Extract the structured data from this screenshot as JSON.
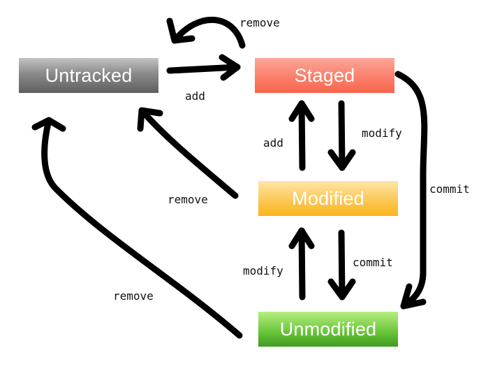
{
  "states": {
    "untracked": "Untracked",
    "staged": "Staged",
    "modified": "Modified",
    "unmodified": "Unmodified"
  },
  "transitions": {
    "staged_to_untracked": "remove",
    "untracked_to_staged": "add",
    "modified_to_staged": "add",
    "staged_to_modified": "modify",
    "staged_to_unmodified": "commit",
    "modified_to_untracked": "remove",
    "unmodified_to_modified": "modify",
    "modified_to_unmodified": "commit",
    "unmodified_to_untracked": "remove"
  },
  "colors": {
    "untracked": "#8a8a8a",
    "staged": "#fb7f6b",
    "modified": "#fcc857",
    "unmodified": "#6cc83c",
    "arrow": "#000000"
  }
}
